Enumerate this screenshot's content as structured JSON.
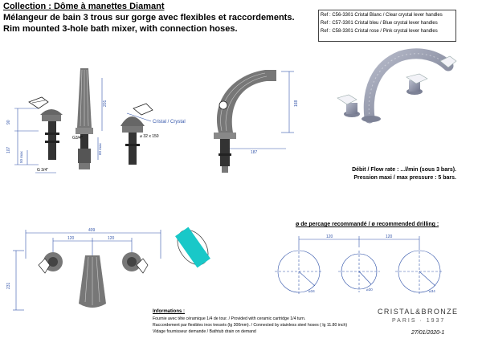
{
  "header": {
    "title": "Collection : Dôme à manettes Diamant",
    "line_fr": "Mélangeur de bain 3 trous sur gorge avec flexibles et raccordements.",
    "line_en": " Rim mounted 3-hole bath mixer, with connection hoses."
  },
  "refs": [
    "Ref : C56-3301 Cristal Blanc / Clear crystal lever handles",
    "Ref : C57-3301 Cristal bleu / Blue crystal lever handles",
    "Ref : C58-3301 Cristal rose / Pink crystal lever handles"
  ],
  "flow": {
    "rate": "Débit / Flow rate : ...l/min (sous 3 bars).",
    "pressure": "Pression maxi / max pressure : 5 bars."
  },
  "dims": {
    "d90": "90",
    "d107": "107",
    "d50max": "50 max",
    "g34a": "G 3/4\"",
    "g34b": "G3/4\"",
    "d201": "201",
    "d60max": "60 max",
    "d32x150": "⌀ 32 x 150",
    "crystal": "Cristal / Crystal",
    "d168": "168",
    "d187": "187",
    "d409": "409",
    "d120a": "120",
    "d120b": "120",
    "d231": "231"
  },
  "drilling": {
    "title": "ø de percage recommandé / ø recommended drilling :",
    "d120a": "120",
    "d120b": "120",
    "c1": "⌀34",
    "c2": "⌀30",
    "c3": "⌀34"
  },
  "info": {
    "title": "Informations :",
    "lines": [
      "Fournie avec tête céramique 1/4 de tour. / Provided with ceramic cartridge 1/4 turn.",
      "Raccordement par flexibles inox tressés (lg 300mm). / Connected by stainless steel hoses ( lg 11.80 inch)",
      "Vidage fournisseur demande    / Bathtub drain on demand"
    ]
  },
  "brand": {
    "name": "CRISTAL&BRONZE",
    "city": "PARIS · 1937"
  },
  "date": "27/01/2020-1",
  "colors": {
    "dim": "#3355aa",
    "metal": "#555555",
    "crystal": "#ffffff",
    "hose": "#19c8c8",
    "product": "#8e93a6"
  }
}
